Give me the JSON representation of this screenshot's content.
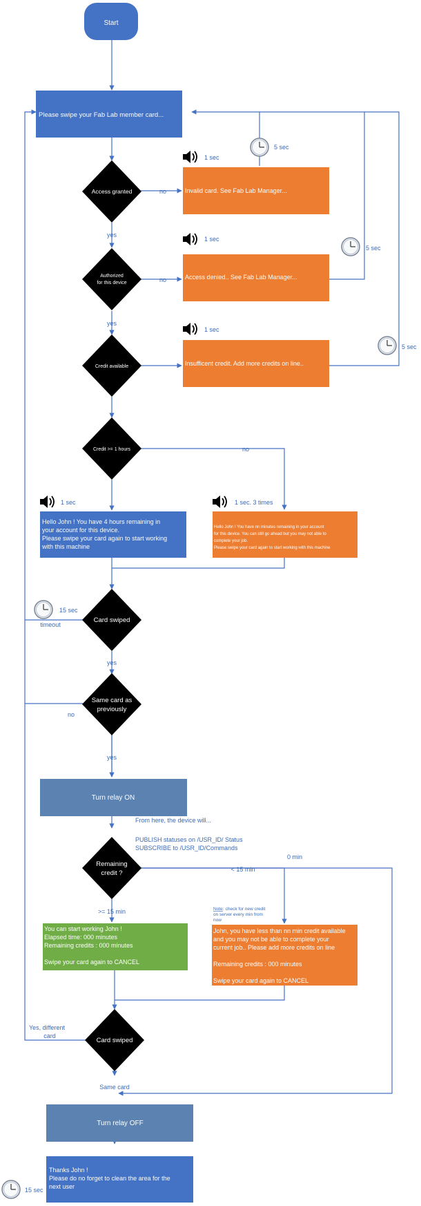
{
  "start": "Start",
  "swipe_prompt": "Please swipe your Fab Lab member card...",
  "decisions": {
    "access": "Access granted",
    "authorized_1": "Authorized",
    "authorized_2": "for this device",
    "credit": "Credit available",
    "credit_hours": "Credit >= 1 hours",
    "card_swiped_1": "Card swiped",
    "same_card_1": "Same card as",
    "same_card_2": "previously",
    "remaining_1": "Remaining",
    "remaining_2": "credit ?",
    "card_swiped_2": "Card swiped"
  },
  "errors": {
    "invalid": "Invalid card. See Fab Lab Manager...",
    "denied": "Access denied.. See Fab Lab Manager...",
    "insufficient": "Insufficent credit. Add more credits on line.."
  },
  "hello_4h": [
    "Hello John !   You have 4 hours remaining in",
    "your account for this device.",
    "Please swipe your card again to start working",
    "with this machine"
  ],
  "hello_nn": [
    "Hello John !   You have nn minutes remaining in your account",
    "for this device. You can still go ahead but you may not able to",
    "complete your job.",
    "Please swipe your card again to start working with this machine"
  ],
  "relay_on": "Turn relay ON",
  "relay_off": "Turn relay OFF",
  "device_notes": [
    "From here, the device will...",
    "PUBLISH statuses on /USR_ID/ Status",
    "SUBSCRIBE to /USR_ID/Commands"
  ],
  "working_box": [
    "You can start working John !",
    "Elapsed time:           000 minutes",
    "Remaining credits : 000 minutes",
    "",
    "Swipe your card again to CANCEL"
  ],
  "low_box": [
    "John, you have less than nn min credit available",
    "and you may not be able to complete your",
    "current job.. Please add more credits on line",
    "",
    "Remaining credits : 000 minutes",
    "",
    "Swipe your card again to CANCEL"
  ],
  "note_label": "Note",
  "note_text": [
    ": check for new credit",
    "on server every min from",
    "now"
  ],
  "thanks": [
    "Thanks John !",
    "Please do no forget to clean the area for the",
    "next user"
  ],
  "labels": {
    "no": "no",
    "yes": "yes",
    "timeout": "timeout",
    "same_card": "Same card",
    "yes_diff_1": "Yes, different",
    "yes_diff_2": "card",
    "ge_15": ">= 15 min",
    "lt_15": "< 15 min",
    "zero": "0 min"
  },
  "timers": {
    "s1": "1 sec",
    "s5": "5 sec",
    "s15": "15 sec",
    "s1_3": "1 sec. 3 times"
  },
  "colors": {
    "blue": "#4472c4",
    "orange": "#ed7d31",
    "green": "#70ad47",
    "slate": "#5b82b1",
    "black": "#000000",
    "line": "#4472c4",
    "label": "#3a6ab8"
  },
  "icons": [
    "speaker-icon",
    "clock-icon"
  ]
}
